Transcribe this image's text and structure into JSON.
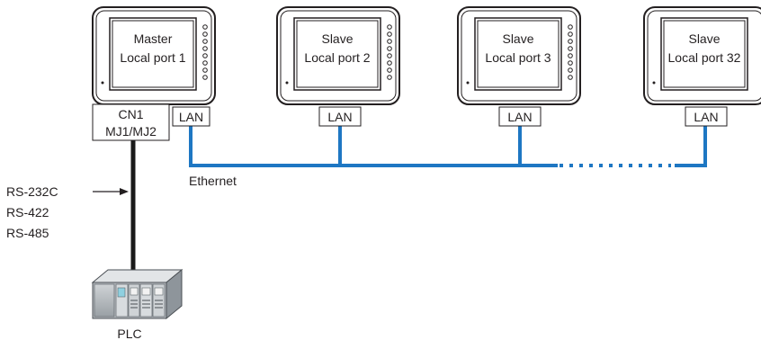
{
  "units": [
    {
      "line1": "Master",
      "line2": "Local port 1"
    },
    {
      "line1": "Slave",
      "line2": "Local port 2"
    },
    {
      "line1": "Slave",
      "line2": "Local port 3"
    },
    {
      "line1": "Slave",
      "line2": "Local port 32"
    }
  ],
  "ports": {
    "lan": "LAN",
    "cn1": "CN1",
    "mj": "MJ1/MJ2"
  },
  "network": {
    "label": "Ethernet"
  },
  "serial": {
    "protocols": [
      "RS-232C",
      "RS-422",
      "RS-485"
    ]
  },
  "device": {
    "label": "PLC"
  },
  "colors": {
    "ethernet": "#1e77c3",
    "cable": "#1a1a1a",
    "frame": "#231f20"
  }
}
